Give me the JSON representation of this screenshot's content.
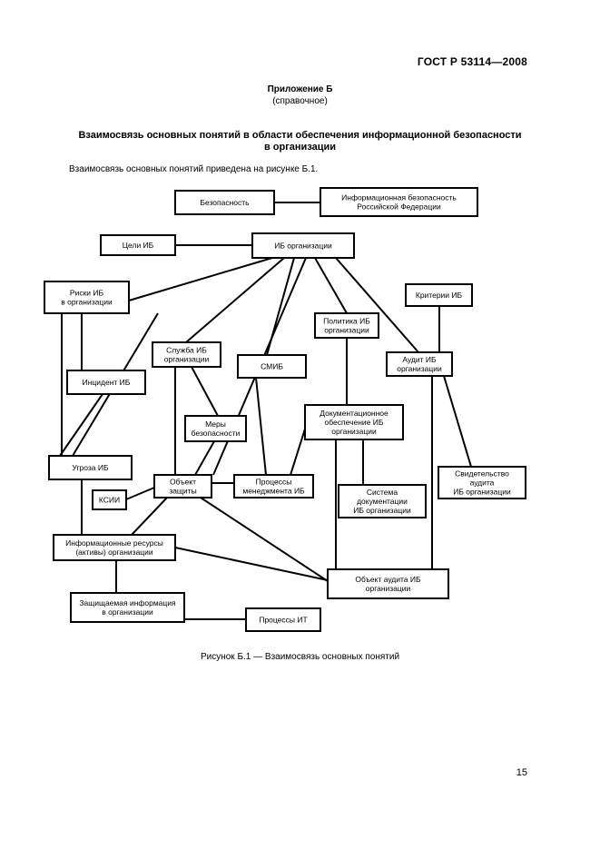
{
  "header": {
    "standard": "ГОСТ Р 53114—2008"
  },
  "appendix": {
    "title": "Приложение Б",
    "subtitle": "(справочное)"
  },
  "section": {
    "title_line1": "Взаимосвязь основных понятий в области обеспечения информационной безопасности",
    "title_line2": "в организации"
  },
  "intro": "Взаимосвязь основных понятий приведена на рисунке Б.1.",
  "diagram": {
    "nodes": {
      "security": [
        "Безопасность"
      ],
      "infosec_rf": [
        "Информационная безопасность",
        "Российской Федерации"
      ],
      "goals": [
        "Цели ИБ"
      ],
      "org_is": [
        "ИБ организации"
      ],
      "risks": [
        "Риски ИБ",
        "в организации"
      ],
      "criteria": [
        "Критерии ИБ"
      ],
      "policy": [
        "Политика ИБ",
        "организации"
      ],
      "service": [
        "Служба ИБ",
        "организации"
      ],
      "smib": [
        "СМИБ"
      ],
      "audit": [
        "Аудит ИБ",
        "организации"
      ],
      "incident": [
        "Инцидент ИБ"
      ],
      "docs": [
        "Документационное",
        "обеспечение ИБ",
        "организации"
      ],
      "measures": [
        "Меры",
        "безопасности"
      ],
      "threat": [
        "Угроза ИБ"
      ],
      "object": [
        "Объект",
        "защиты"
      ],
      "processes": [
        "Процессы",
        "менеджмента ИБ"
      ],
      "docsys": [
        "Система",
        "документации",
        "ИБ организации"
      ],
      "evidence": [
        "Свидетельство",
        "аудита",
        "ИБ организации"
      ],
      "ksii": [
        "КСИИ"
      ],
      "assets": [
        "Информационные ресурсы",
        "(активы) организации"
      ],
      "audit_object": [
        "Объект аудита ИБ",
        "организации"
      ],
      "protected_info": [
        "Защищаемая информация",
        "в организации"
      ],
      "it_processes": [
        "Процессы ИТ"
      ]
    }
  },
  "caption": "Рисунок Б.1 — Взаимосвязь основных понятий",
  "page_number": "15"
}
